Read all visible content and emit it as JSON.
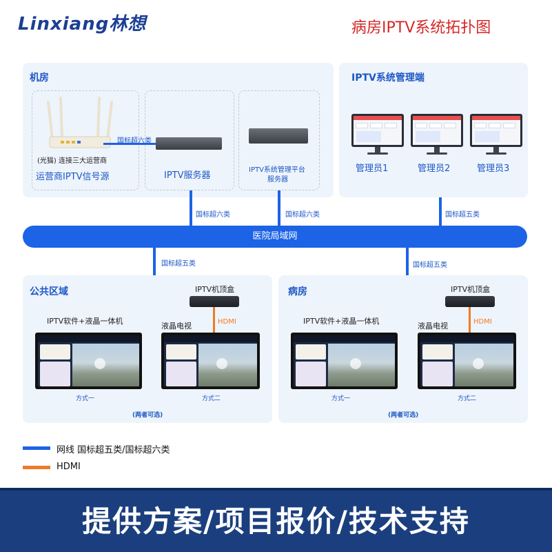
{
  "header": {
    "logo": "Linxiang林想",
    "title": "病房IPTV系统拓扑图"
  },
  "machine_room": {
    "title": "机房",
    "router_note": "(光猫) 连接三大运营商",
    "router_caption": "运营商IPTV信号源",
    "link_label": "国标超六类",
    "iptv_server": "IPTV服务器",
    "mgmt_server_line1": "IPTV系统管理平台",
    "mgmt_server_line2": "服务器"
  },
  "mgmt_terminal": {
    "title": "IPTV系统管理端",
    "admins": [
      "管理员1",
      "管理员2",
      "管理员3"
    ]
  },
  "lan": {
    "label": "医院局域网",
    "up_left": "国标超六类",
    "up_mid": "国标超六类",
    "up_right": "国标超五类",
    "down_left": "国标超五类",
    "down_right": "国标超五类"
  },
  "public_area": {
    "title": "公共区域",
    "stb": "IPTV机顶盒",
    "hdmi": "HDMI",
    "all_in_one": "IPTV软件+液晶一体机",
    "lcd_tv": "液晶电视",
    "mode1": "方式一",
    "mode2": "方式二",
    "optional": "(两者可选)"
  },
  "ward": {
    "title": "病房",
    "stb": "IPTV机顶盒",
    "hdmi": "HDMI",
    "all_in_one": "IPTV软件+液晶一体机",
    "lcd_tv": "液晶电视",
    "mode1": "方式一",
    "mode2": "方式二",
    "optional": "(两者可选)"
  },
  "legend": {
    "network": "网线 国标超五类/国标超六类",
    "hdmi": "HDMI",
    "network_color": "#1c63e6",
    "hdmi_color": "#ef7a26"
  },
  "banner": {
    "text": "提供方案/项目报价/技术支持"
  }
}
